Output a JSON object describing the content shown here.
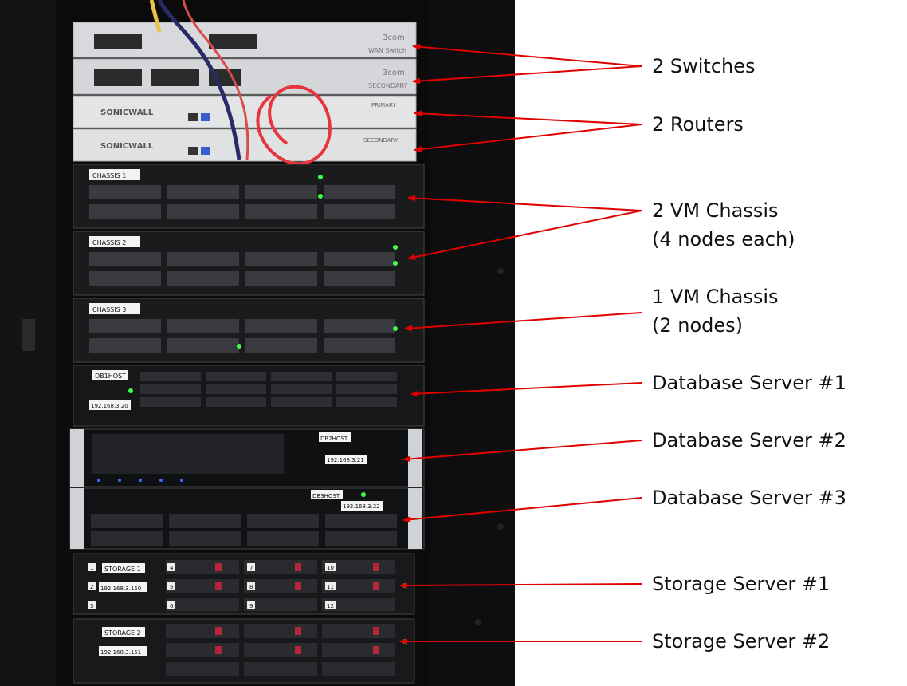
{
  "labels": {
    "switches": "2 Switches",
    "routers": "2 Routers",
    "vm_chassis_line1": "2 VM Chassis",
    "vm_chassis_line2": "(4 nodes each)",
    "vm_chassis2_line1": "1 VM Chassis",
    "vm_chassis2_line2": "(2 nodes)",
    "db1": "Database Server #1",
    "db2": "Database Server #2",
    "db3": "Database Server #3",
    "storage1": "Storage Server #1",
    "storage2": "Storage Server #2"
  },
  "equipment": {
    "switch_brand": "3com",
    "switch1_tag": "WAN Switch",
    "switch2_tag": "SECONDARY",
    "router_brand": "SONICWALL",
    "router1_tag": "PRIMARY",
    "router2_tag": "SECONDARY",
    "chassis1": "CHASSIS 1",
    "chassis2": "CHASSIS 2",
    "chassis3": "CHASSIS 3",
    "db1_host": "DB1HOST",
    "db1_ip": "192.168.3.20",
    "db2_host": "DB2HOST",
    "db2_ip": "192.168.3.21",
    "db3_host": "DB3HOST",
    "db3_ip": "192.168.3.22",
    "storage1_name": "STORAGE 1",
    "storage1_ip": "192.168.3.150",
    "storage2_name": "STORAGE 2",
    "storage2_ip": "192.168.3.151",
    "bay_numbers": [
      "1",
      "2",
      "3",
      "4",
      "5",
      "6",
      "7",
      "8",
      "9",
      "10",
      "11",
      "12"
    ]
  },
  "colors": {
    "arrow": "#e00000",
    "background": "#ffffff",
    "rack": "#0b0b0c",
    "led_green": "#3cff4a",
    "led_blue": "#3b6bff",
    "cable_red": "#e8343c"
  }
}
